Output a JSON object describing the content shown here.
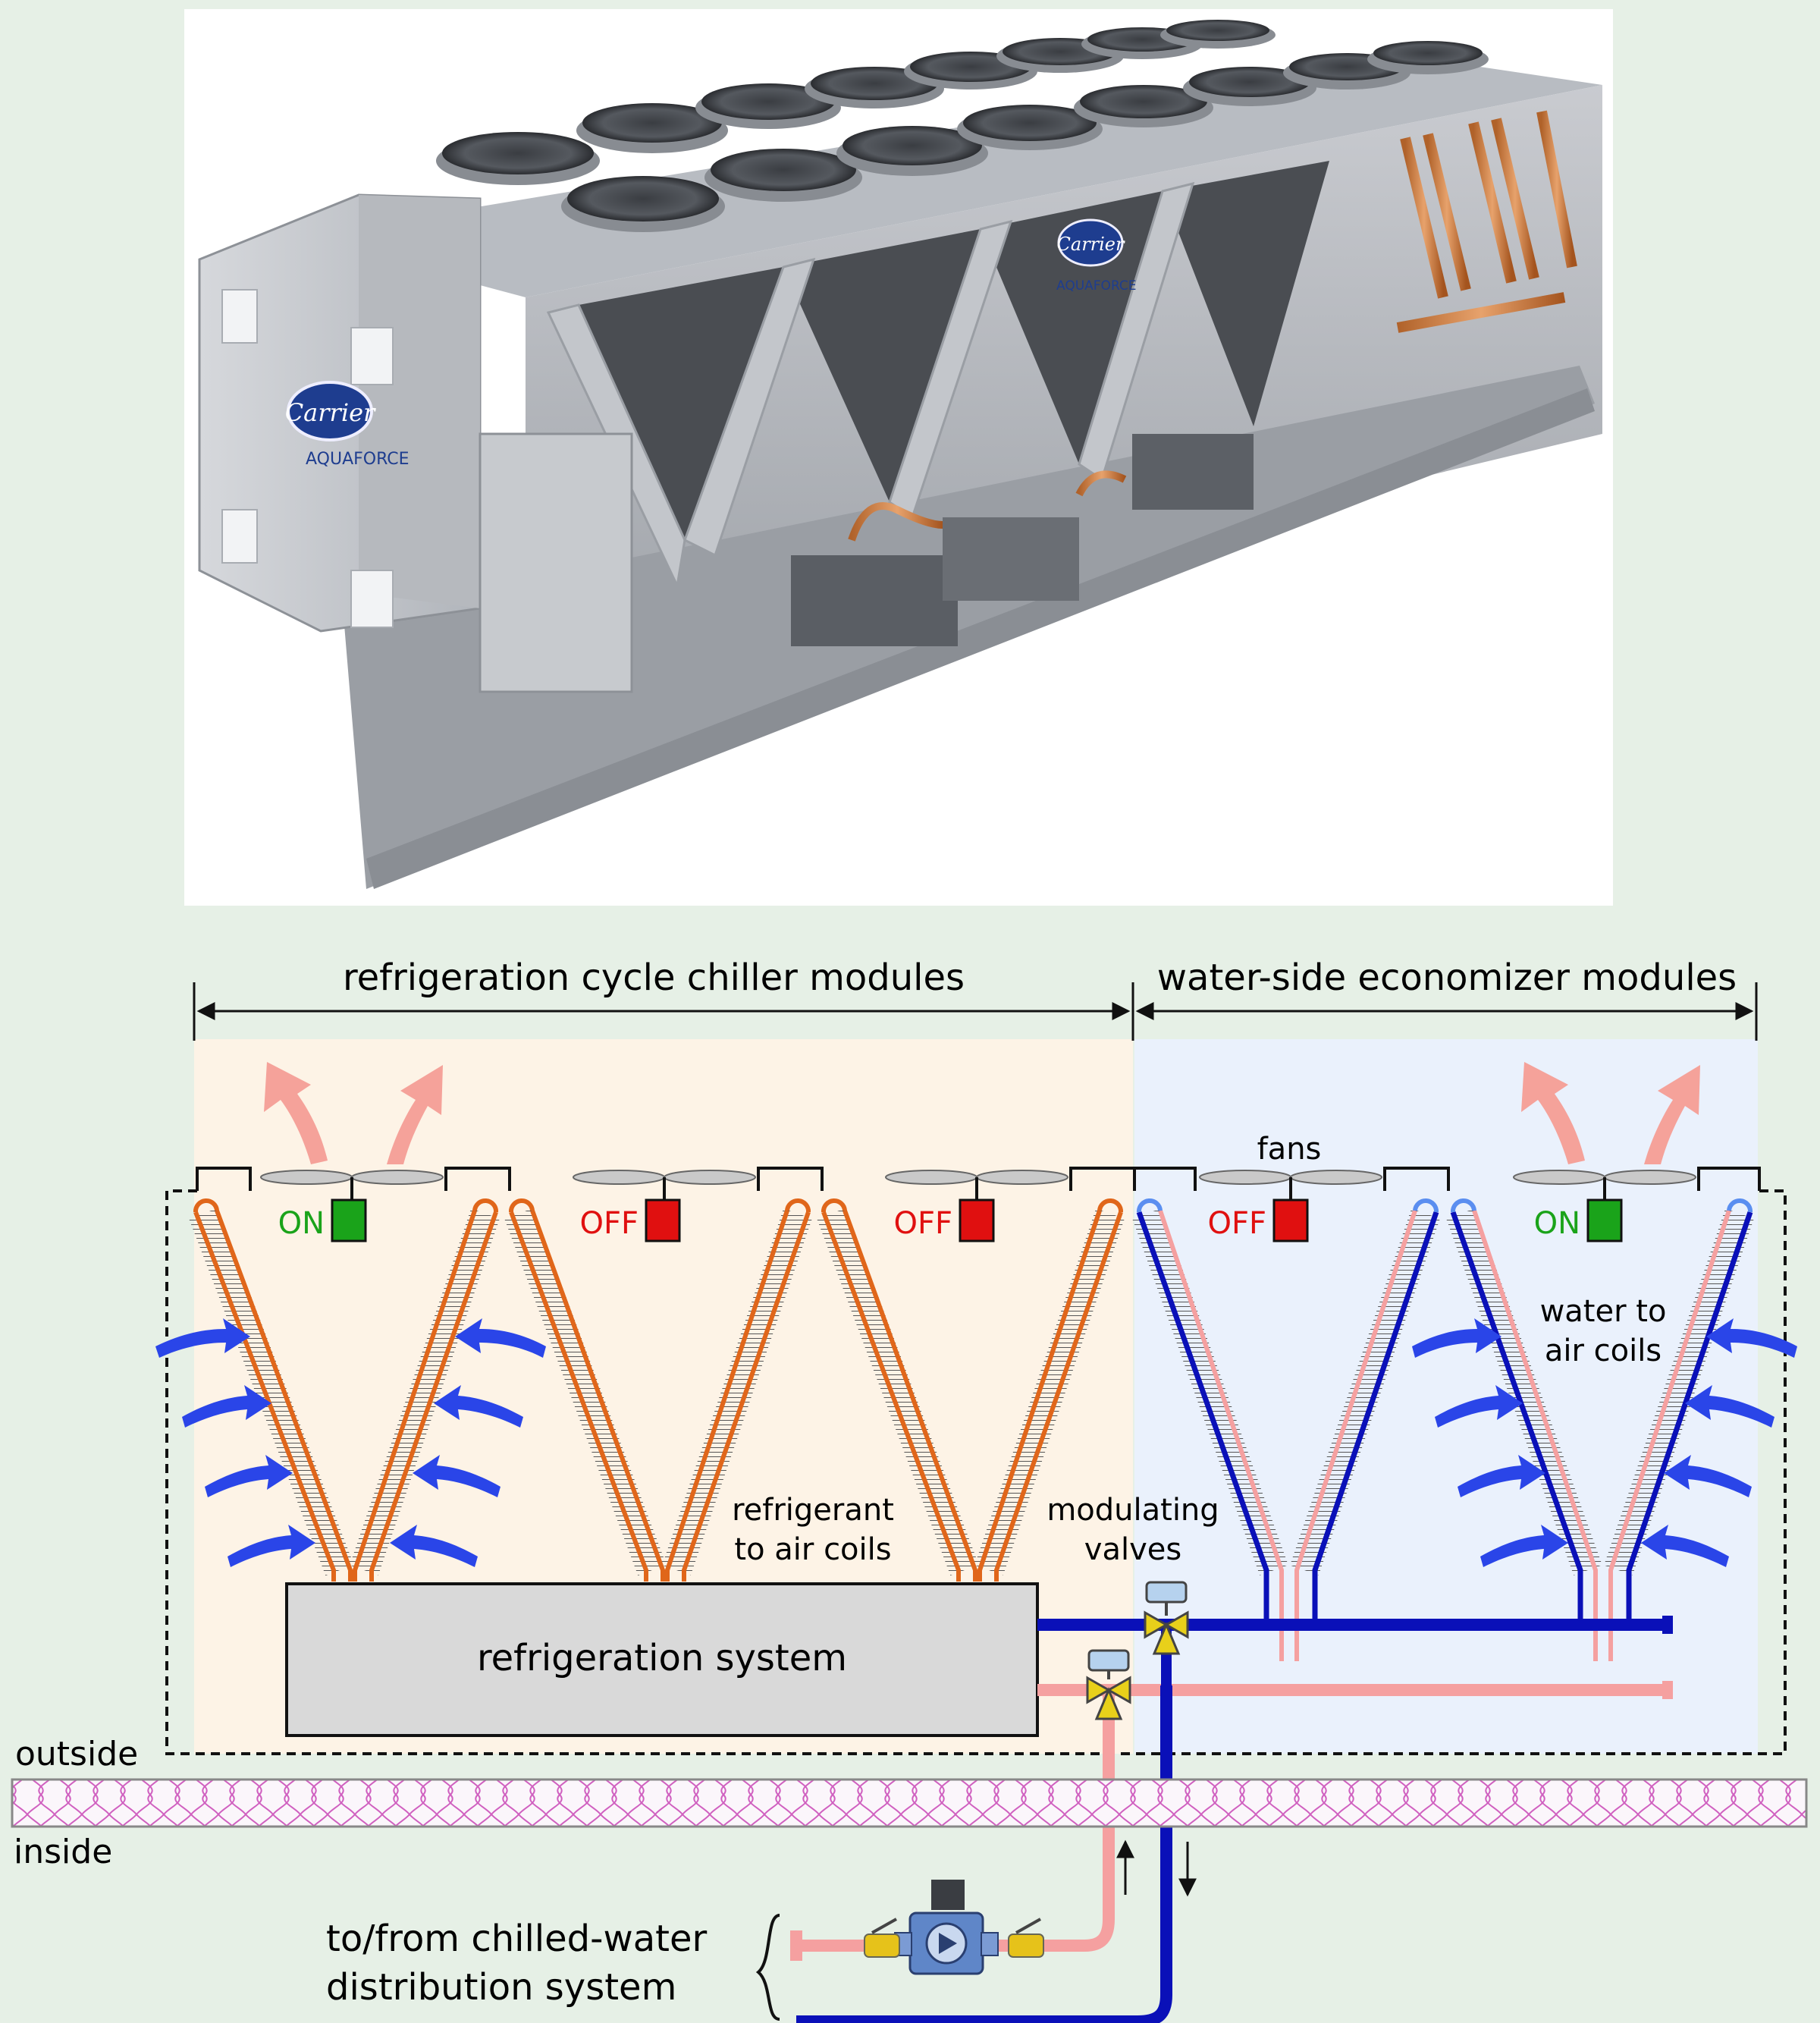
{
  "header": {
    "chiller_section": "refrigeration cycle chiller modules",
    "economizer_section": "water-side economizer modules"
  },
  "photo": {
    "brand": "Carrier",
    "product": "AQUAFORCE"
  },
  "labels": {
    "fans": "fans",
    "refrigerant_coils_line1": "refrigerant",
    "refrigerant_coils_line2": "to air coils",
    "water_coils_line1": "water to",
    "water_coils_line2": "air coils",
    "valves_line1": "modulating",
    "valves_line2": "valves",
    "refrigeration_system": "refrigeration system",
    "outside": "outside",
    "inside": "inside",
    "distribution_line1": "to/from chilled-water",
    "distribution_line2": "distribution system"
  },
  "fan_status": [
    {
      "text": "ON",
      "color": "#1aa31a"
    },
    {
      "text": "OFF",
      "color": "#e01010"
    },
    {
      "text": "OFF",
      "color": "#e01010"
    },
    {
      "text": "OFF",
      "color": "#e01010"
    },
    {
      "text": "ON",
      "color": "#1aa31a"
    }
  ],
  "colors": {
    "background": "#e6f0e6",
    "chiller_zone": "#fdf3e6",
    "economizer_zone": "#eaf1fc",
    "refrigerant_pipe": "#e0661a",
    "supply_water": "#0a10b8",
    "return_water": "#f5a0a0",
    "air_arrow": "#2a45e8",
    "exhaust_arrow": "#f5a29a",
    "on": "#1aa31a",
    "off": "#e01010"
  }
}
